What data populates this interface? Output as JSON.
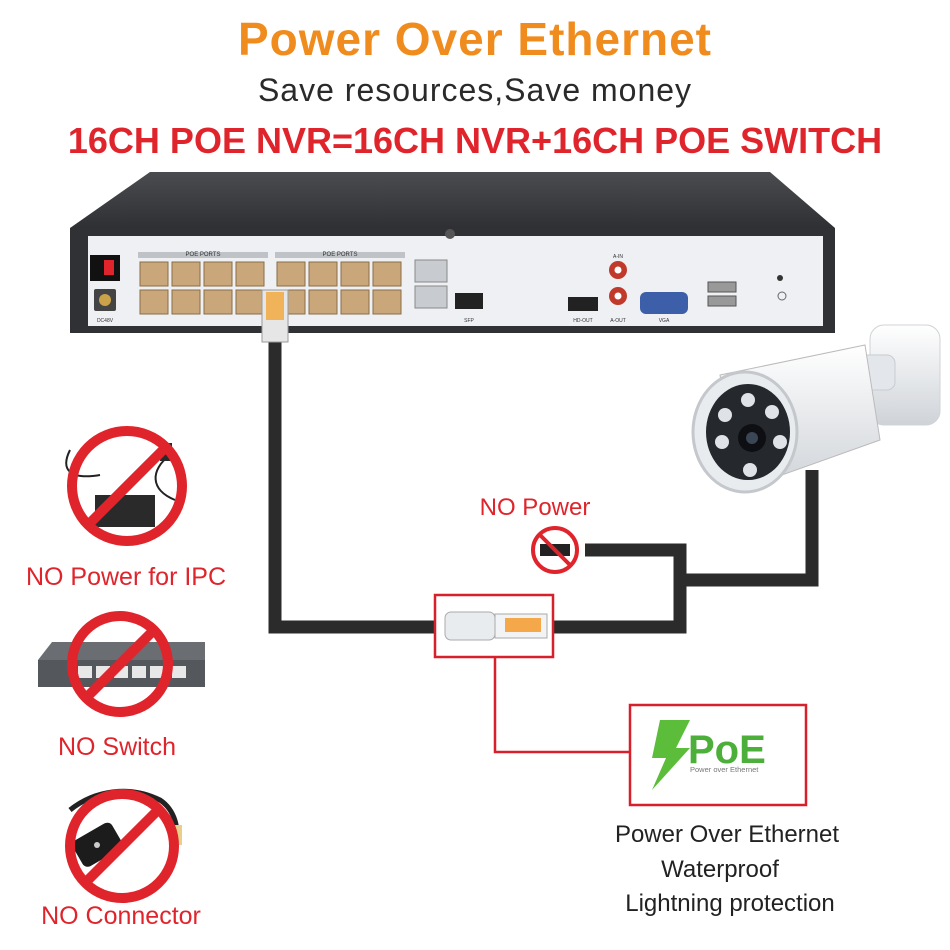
{
  "header": {
    "title": "Power Over Ethernet",
    "subtitle": "Save resources,Save money",
    "headline": "16CH POE NVR=16CH NVR+16CH POE SWITCH"
  },
  "nvr": {
    "poe_ports_label_left": "POE PORTS",
    "poe_ports_label_right": "POE PORTS",
    "port_labels": [
      "DC48V",
      "SFP",
      "HD-OUT",
      "A-IN",
      "A-OUT",
      "VGA"
    ]
  },
  "no_power_label": "NO Power",
  "left_panel": {
    "items": [
      {
        "label": "NO Power for IPC",
        "icon": "power-adapter-icon"
      },
      {
        "label": "NO Switch",
        "icon": "network-switch-icon"
      },
      {
        "label": "NO Connector",
        "icon": "poe-injector-icon"
      }
    ]
  },
  "poe_badge": {
    "text": "PoE",
    "tagline": "Power over Ethernet"
  },
  "features": [
    "Power Over Ethernet",
    "Waterproof",
    "Lightning protection"
  ],
  "colors": {
    "title": "#f08c1e",
    "headline": "#e0242c",
    "prohibition": "#e0242c",
    "cable": "#2b2b2b",
    "poe_green": "#4caf3a"
  }
}
